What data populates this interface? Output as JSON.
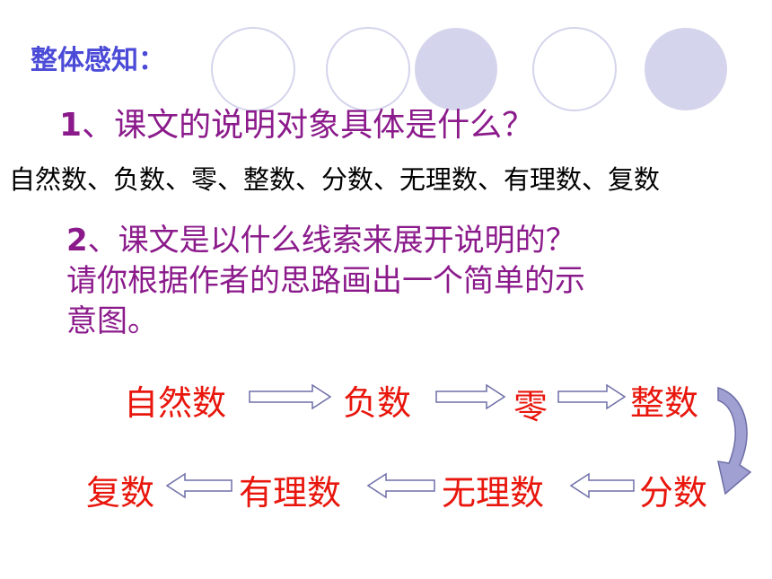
{
  "heading": "整体感知：",
  "question1": {
    "number": "1",
    "text": "、课文的说明对象具体是什么？"
  },
  "answer1": "自然数、负数、零、整数、分数、无理数、有理数、复数",
  "question2": {
    "number": "2",
    "line1": "、课文是以什么线索来展开说明的？",
    "line2": "请你根据作者的思路画出一个简单的示",
    "line3": "意图。"
  },
  "diagram": {
    "row1": [
      "自然数",
      "负数",
      "零",
      "整数"
    ],
    "row2": [
      "复数",
      "有理数",
      "无理数",
      "分数"
    ]
  },
  "colors": {
    "heading": "#4B4BD8",
    "question": "#8B1A8B",
    "node": "#E8160C",
    "circle_fill": "#D4D4EC",
    "arrow_fill": "#A0A0D2"
  }
}
